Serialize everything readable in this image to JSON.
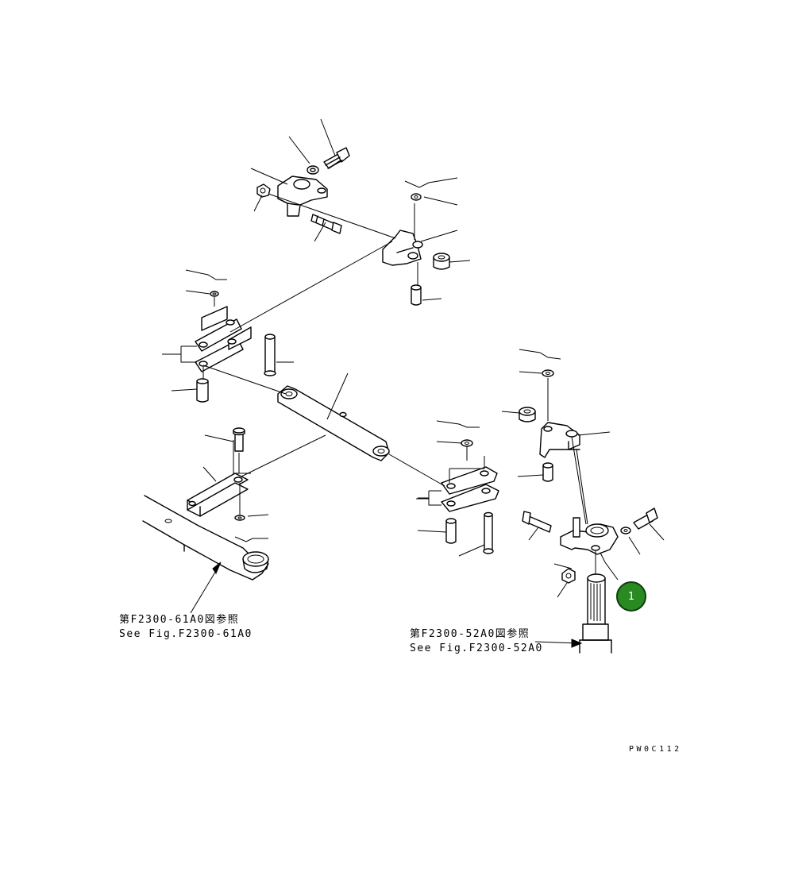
{
  "references": {
    "left": {
      "line_jp": "第F2300-61A0図参照",
      "line_en": "See Fig.F2300-61A0"
    },
    "right": {
      "line_jp": "第F2300-52A0図参照",
      "line_en": "See Fig.F2300-52A0"
    }
  },
  "drawing_code": "PW0C112",
  "callouts": [
    {
      "label": "1",
      "color": "#2a8a22"
    }
  ]
}
